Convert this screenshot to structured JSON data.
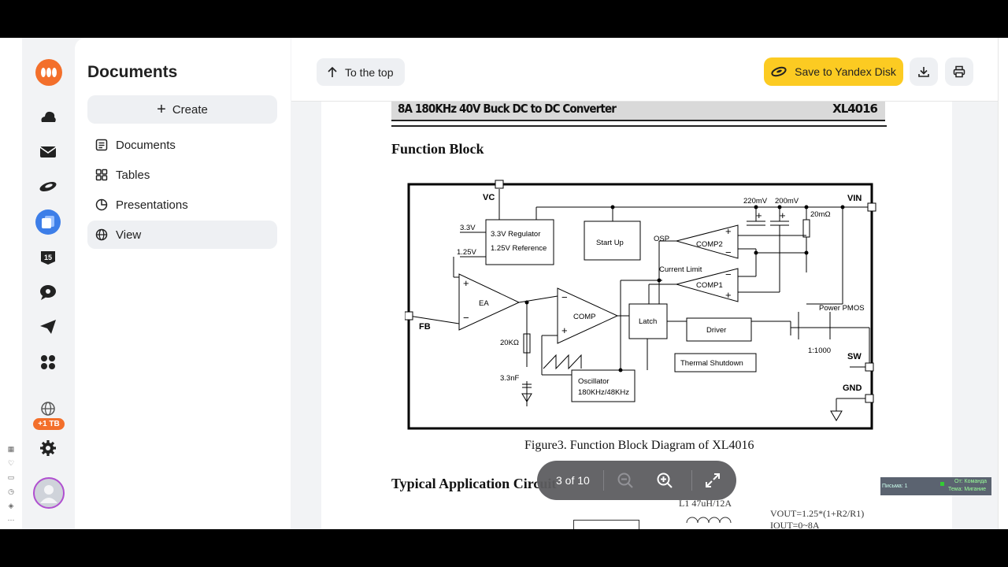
{
  "sidebar": {
    "title": "Documents",
    "create_label": "Create",
    "items": [
      {
        "label": "Documents"
      },
      {
        "label": "Tables"
      },
      {
        "label": "Presentations"
      },
      {
        "label": "View"
      }
    ]
  },
  "rail": {
    "calendar_day": "15",
    "storage_badge": "+1 TB"
  },
  "toolbar": {
    "to_top_label": "To the top",
    "save_label": "Save to Yandex Disk"
  },
  "document": {
    "header_left": "8A 180KHz 40V Buck DC to DC Converter",
    "header_right": "XL4016",
    "section_function_block": "Function Block",
    "figure_caption": "Figure3. Function Block Diagram of XL4016",
    "section_typical_app": "Typical Application Circuit",
    "app_inductor": "L1 47uH/12A",
    "app_vout_formula": "VOUT=1.25*(1+R2/R1)",
    "app_iout": "IOUT=0~8A"
  },
  "diagram": {
    "pins": {
      "vc": "VC",
      "vin": "VIN",
      "fb": "FB",
      "sw": "SW",
      "gnd": "GND"
    },
    "blocks": {
      "reg_line1": "3.3V Regulator",
      "reg_line2": "1.25V Reference",
      "startup": "Start Up",
      "comp2": "COMP2",
      "comp1": "COMP1",
      "ea": "EA",
      "comp": "COMP",
      "latch": "Latch",
      "driver": "Driver",
      "thermal": "Thermal Shutdown",
      "osc_line1": "Oscillator",
      "osc_line2": "180KHz/48KHz"
    },
    "labels": {
      "v33": "3.3V",
      "v125": "1.25V",
      "mv220": "220mV",
      "mv200": "200mV",
      "r20m": "20mΩ",
      "osp": "OSP",
      "current_limit": "Current Limit",
      "power_pmos": "Power PMOS",
      "ratio": "1:1000",
      "r20k": "20KΩ",
      "c33n": "3.3nF"
    }
  },
  "pager": {
    "page_text": "3 of 10"
  },
  "overlay": {
    "line1": "Письма: 1",
    "from": "От: Команда",
    "subject": "Тема: Мигание"
  },
  "colors": {
    "brand": "#f36f2b",
    "save_button": "#fccb22",
    "active_rail": "#3d7ee8"
  }
}
